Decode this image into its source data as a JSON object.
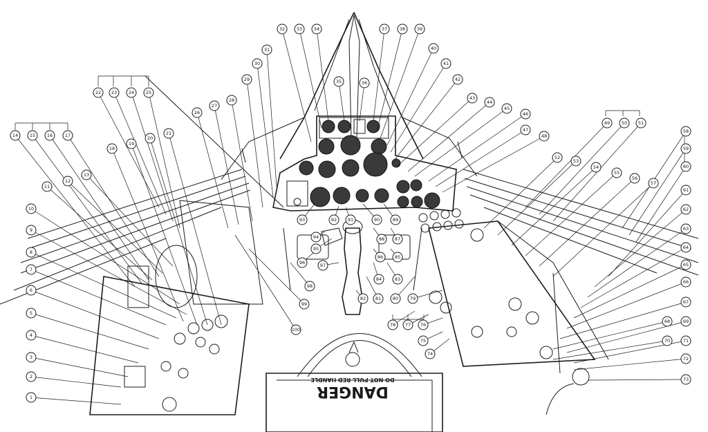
{
  "colors": {
    "ink": "#1a1a1a",
    "paper": "#ffffff",
    "gauge": "#3a3a3a"
  },
  "seat_plate": {
    "main_text": "DANGER",
    "sub_text": "DO NOT PULL RED HANDLE"
  },
  "callouts": [
    "1",
    "2",
    "3",
    "4",
    "5",
    "6",
    "7",
    "8",
    "9",
    "10",
    "11",
    "12",
    "13",
    "18",
    "19",
    "20",
    "21",
    "14",
    "15",
    "16",
    "17",
    "22",
    "23",
    "24",
    "25",
    "26",
    "27",
    "28",
    "29",
    "30",
    "31",
    "32",
    "33",
    "34",
    "35",
    "36",
    "37",
    "38",
    "39",
    "40",
    "41",
    "42",
    "43",
    "44",
    "45",
    "46",
    "47",
    "48",
    "49",
    "50",
    "51",
    "52",
    "53",
    "54",
    "55",
    "56",
    "57",
    "58",
    "59",
    "60",
    "61",
    "62",
    "63",
    "64",
    "65",
    "66",
    "67",
    "68",
    "69",
    "70",
    "71",
    "72",
    "73",
    "74",
    "75",
    "76",
    "77",
    "78",
    "79",
    "80",
    "81",
    "82",
    "83",
    "84",
    "85",
    "86",
    "87",
    "88",
    "89",
    "90",
    "91",
    "92",
    "93",
    "94",
    "95",
    "96",
    "97",
    "98",
    "99",
    "100"
  ]
}
